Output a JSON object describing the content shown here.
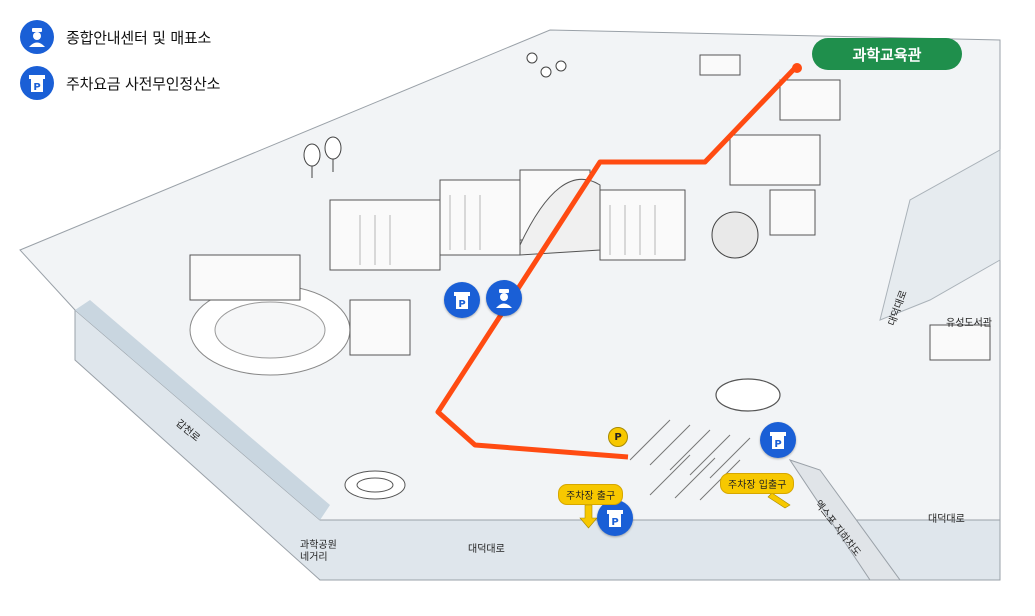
{
  "legend": {
    "info_center": "종합안내센터 및 매표소",
    "parking_payment": "주차요금 사전무인정산소"
  },
  "destination": "과학교육관",
  "labels": {
    "road_daedeok_left": "대덕대로",
    "road_daedeok_right": "대덕대로",
    "road_daedeok_vertical": "대덕대로",
    "road_gapcheon": "갑천로",
    "library": "유성도서관",
    "intersection": "과학공원\n네거리",
    "underpass": "엑스포 지하차도"
  },
  "parking_tags": {
    "exit": "주차장 출구",
    "entrance_exit": "주차장 입출구",
    "p_marker": "P"
  },
  "colors": {
    "route": "#ff4b12",
    "pin_blue": "#1a5fd6",
    "destination_green": "#1f8f4c",
    "parking_yellow": "#f7c800"
  },
  "icons": {
    "info_center": "attendant-icon",
    "parking_payment": "parking-kiosk-icon"
  }
}
